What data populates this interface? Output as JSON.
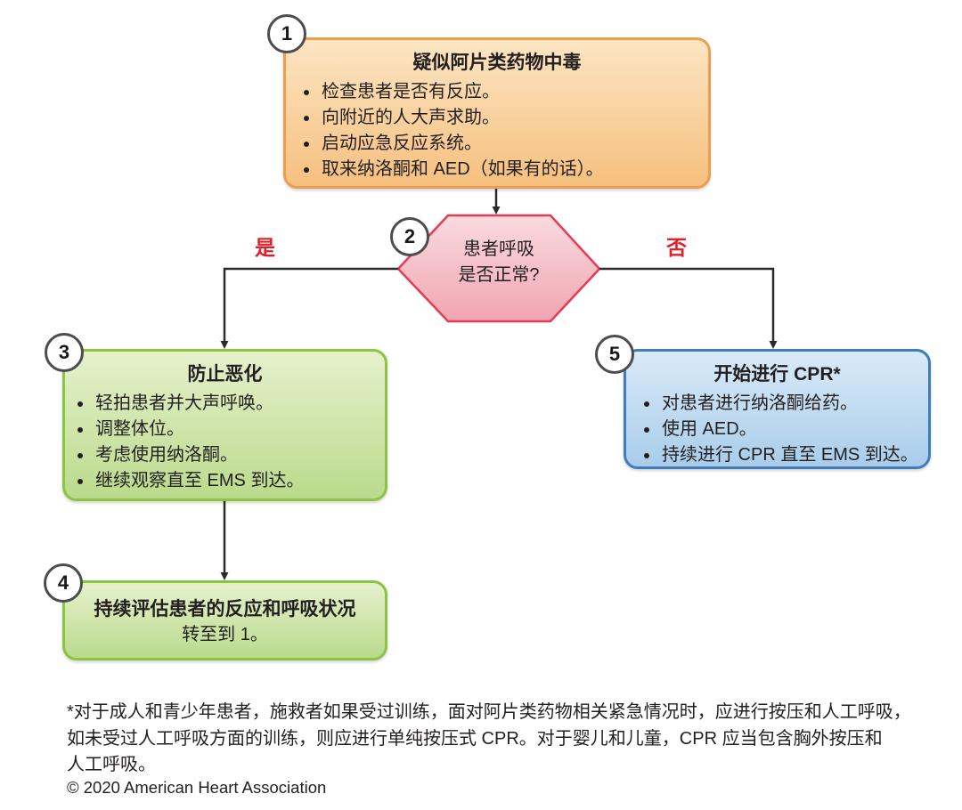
{
  "flow": {
    "step1": {
      "number": "1",
      "title": "疑似阿片类药物中毒",
      "bullets": [
        "检查患者是否有反应。",
        "向附近的人大声求助。",
        "启动应急反应系统。",
        "取来纳洛酮和 AED（如果有的话）。"
      ]
    },
    "step2": {
      "number": "2",
      "question_line1": "患者呼吸",
      "question_line2": "是否正常?"
    },
    "branch_yes_label": "是",
    "branch_no_label": "否",
    "step3": {
      "number": "3",
      "title": "防止恶化",
      "bullets": [
        "轻拍患者并大声呼唤。",
        "调整体位。",
        "考虑使用纳洛酮。",
        "继续观察直至 EMS 到达。"
      ]
    },
    "step4": {
      "number": "4",
      "title": "持续评估患者的反应和呼吸状况",
      "subtitle": "转至到 1。"
    },
    "step5": {
      "number": "5",
      "title": "开始进行 CPR*",
      "bullets": [
        "对患者进行纳洛酮给药。",
        "使用 AED。",
        "持续进行 CPR 直至 EMS 到达。"
      ]
    }
  },
  "footnote": {
    "lines": [
      "*对于成人和青少年患者，施救者如果受过训练，面对阿片类药物相关紧急情况时，应进行按压和人工呼吸，",
      "如未受过人工呼吸方面的训练，则应进行单纯按压式 CPR。对于婴儿和儿童，CPR 应当包含胸外按压和",
      "人工呼吸。"
    ]
  },
  "copyright": "© 2020 American Heart Association",
  "colors": {
    "orange_fill_top": "#FCE5C3",
    "orange_fill_bottom": "#F6C07F",
    "orange_border": "#EE9D4C",
    "pink_fill_top": "#FADBE0",
    "pink_fill_bottom": "#F0A5B1",
    "pink_border": "#E63B52",
    "green_fill_top": "#E6F1CC",
    "green_fill_bottom": "#BADA8C",
    "green_border": "#8BC540",
    "blue_fill_top": "#DAEAF8",
    "blue_fill_bottom": "#A9CDEA",
    "blue_border": "#3F7DBD",
    "branch_label_red": "#E21F26",
    "connector_line": "#2B2B2B",
    "badge_border": "#4D4D4F",
    "text": "#231F20"
  }
}
